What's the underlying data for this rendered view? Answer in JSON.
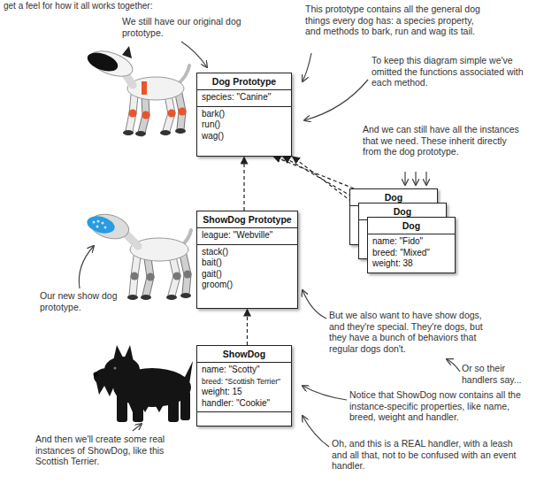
{
  "diagram": {
    "nodes": [
      {
        "text": [
          "Dog Prototype",
          "species: \"Canine\"",
          "bark()",
          "run()",
          "wag()"
        ]
      },
      {
        "text": [
          "Dog"
        ]
      },
      {
        "text": [
          "Dog"
        ]
      },
      {
        "text": [
          "Dog",
          "name: \"Fido\"",
          "breed: \"Mixed\"",
          "weight: 38"
        ]
      },
      {
        "text": [
          "ShowDog Prototype",
          "league: \"Webville\"",
          "stack()",
          "bait()",
          "gait()",
          "groom()"
        ]
      },
      {
        "text": [
          "ShowDog",
          "name: \"Scotty\"",
          "breed: \"Scottish Terrier\"",
          "weight: 15",
          "handler: \"Cookie\""
        ]
      }
    ],
    "edges": [
      {
        "from": 4,
        "to": 0,
        "arrow": "to"
      },
      {
        "from": 5,
        "to": 4,
        "arrow": "to"
      },
      {
        "from": 1,
        "to": 0,
        "arrow": "to"
      },
      {
        "from": 2,
        "to": 0,
        "arrow": "to"
      },
      {
        "from": 3,
        "to": 0,
        "arrow": "to"
      }
    ],
    "labels": [
      "get a feel for how it all works together:",
      "This prototype contains all the general dog things every dog has: a species property, and methods to bark, run and wag its tail.",
      "We still have our original dog prototype.",
      "To keep this diagram simple we've omitted the functions associated with each method.",
      "And we can still have all the instances that we need. These inherit directly from the dog prototype.",
      "Our new show dog prototype.",
      "But we also want to have show dogs, and they're special. They're dogs, but they have a bunch of behaviors that regular dogs don't.",
      "Or so their handlers say...",
      "Notice that ShowDog now contains all the instance-specific properties, like name, breed, weight and handler.",
      "And then we'll create some real instances of ShowDog, like this Scottish Terrier.",
      "Oh, and this is a REAL handler, with a leash and all that, not to be confused with an event handler."
    ]
  }
}
